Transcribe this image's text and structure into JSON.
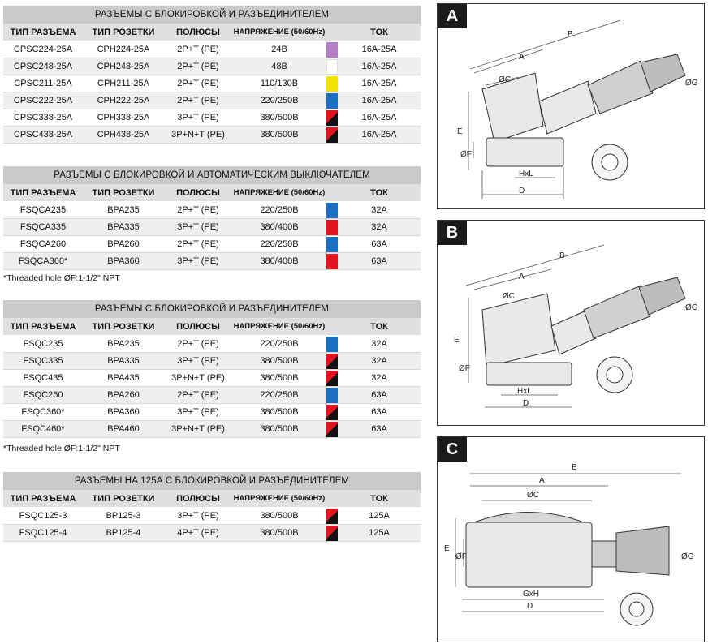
{
  "tables": [
    {
      "title": "РАЗЪЕМЫ С БЛОКИРОВКОЙ И РАЗЪЕДИНИТЕЛЕМ",
      "headers": [
        "ТИП РАЗЪЕМА",
        "ТИП РОЗЕТКИ",
        "ПОЛЮСЫ",
        "НАПРЯЖЕНИЕ (50/60Hz)",
        "ТОК"
      ],
      "rows": [
        {
          "type": "CPSC224-25A",
          "socket": "CPH224-25A",
          "poles": "2P+T (PE)",
          "voltage": "24B",
          "color": "#b27fc6",
          "current": "16A-25A"
        },
        {
          "type": "CPSC248-25A",
          "socket": "CPH248-25A",
          "poles": "2P+T (PE)",
          "voltage": "48B",
          "color": "#ffffff",
          "current": "16A-25A"
        },
        {
          "type": "CPSC211-25A",
          "socket": "CPH211-25A",
          "poles": "2P+T (PE)",
          "voltage": "110/130B",
          "color": "#f4e300",
          "current": "16A-25A"
        },
        {
          "type": "CPSC222-25A",
          "socket": "CPH222-25A",
          "poles": "2P+T (PE)",
          "voltage": "220/250B",
          "color": "#1a6fc2",
          "current": "16A-25A"
        },
        {
          "type": "CPSC338-25A",
          "socket": "CPH338-25A",
          "poles": "3P+T (PE)",
          "voltage": "380/500B",
          "color": "split",
          "current": "16A-25A"
        },
        {
          "type": "CPSC438-25A",
          "socket": "CPH438-25A",
          "poles": "3P+N+T (PE)",
          "voltage": "380/500B",
          "color": "split",
          "current": "16A-25A"
        }
      ]
    },
    {
      "title": "РАЗЪЕМЫ С БЛОКИРОВКОЙ И АВТОМАТИЧЕСКИМ ВЫКЛЮЧАТЕЛЕМ",
      "headers": [
        "ТИП РАЗЪЕМА",
        "ТИП РОЗЕТКИ",
        "ПОЛЮСЫ",
        "НАПРЯЖЕНИЕ (50/60Hz)",
        "ТОК"
      ],
      "rows": [
        {
          "type": "FSQCA235",
          "socket": "BPA235",
          "poles": "2P+T (PE)",
          "voltage": "220/250B",
          "color": "#1a6fc2",
          "current": "32A"
        },
        {
          "type": "FSQCA335",
          "socket": "BPA335",
          "poles": "3P+T (PE)",
          "voltage": "380/400B",
          "color": "#e3141e",
          "current": "32A"
        },
        {
          "type": "FSQCA260",
          "socket": "BPA260",
          "poles": "2P+T (PE)",
          "voltage": "220/250B",
          "color": "#1a6fc2",
          "current": "63A"
        },
        {
          "type": "FSQCA360*",
          "socket": "BPA360",
          "poles": "3P+T (PE)",
          "voltage": "380/400B",
          "color": "#e3141e",
          "current": "63A"
        }
      ],
      "note": "*Threaded hole ØF:1-1/2\" NPT"
    },
    {
      "title": "РАЗЪЕМЫ С БЛОКИРОВКОЙ И РАЗЪЕДИНИТЕЛЕМ",
      "headers": [
        "ТИП РАЗЪЕМА",
        "ТИП РОЗЕТКИ",
        "ПОЛЮСЫ",
        "НАПРЯЖЕНИЕ (50/60Hz)",
        "ТОК"
      ],
      "rows": [
        {
          "type": "FSQC235",
          "socket": "BPA235",
          "poles": "2P+T (PE)",
          "voltage": "220/250B",
          "color": "#1a6fc2",
          "current": "32A"
        },
        {
          "type": "FSQC335",
          "socket": "BPA335",
          "poles": "3P+T (PE)",
          "voltage": "380/500B",
          "color": "split",
          "current": "32A"
        },
        {
          "type": "FSQC435",
          "socket": "BPA435",
          "poles": "3P+N+T (PE)",
          "voltage": "380/500B",
          "color": "split",
          "current": "32A"
        },
        {
          "type": "FSQC260",
          "socket": "BPA260",
          "poles": "2P+T (PE)",
          "voltage": "220/250B",
          "color": "#1a6fc2",
          "current": "63A"
        },
        {
          "type": "FSQC360*",
          "socket": "BPA360",
          "poles": "3P+T (PE)",
          "voltage": "380/500B",
          "color": "split",
          "current": "63A"
        },
        {
          "type": "FSQC460*",
          "socket": "BPA460",
          "poles": "3P+N+T (PE)",
          "voltage": "380/500B",
          "color": "split",
          "current": "63A"
        }
      ],
      "note": "*Threaded hole ØF:1-1/2\" NPT"
    },
    {
      "title": "РАЗЪЕМЫ НА 125А С БЛОКИРОВКОЙ И РАЗЪЕДИНИТЕЛЕМ",
      "headers": [
        "ТИП РАЗЪЕМА",
        "ТИП РОЗЕТКИ",
        "ПОЛЮСЫ",
        "НАПРЯЖЕНИЕ (50/60Hz)",
        "ТОК"
      ],
      "rows": [
        {
          "type": "FSQC125-3",
          "socket": "BP125-3",
          "poles": "3P+T (PE)",
          "voltage": "380/500B",
          "color": "split",
          "current": "125A"
        },
        {
          "type": "FSQC125-4",
          "socket": "BP125-4",
          "poles": "4P+T (PE)",
          "voltage": "380/500B",
          "color": "split",
          "current": "125A"
        }
      ]
    }
  ],
  "diagrams": [
    {
      "label": "A",
      "dims": {
        "a": "A",
        "b": "B",
        "c": "ØC",
        "e": "E",
        "f": "ØF",
        "g": "ØG",
        "hxl": "HxL",
        "d": "D"
      }
    },
    {
      "label": "B",
      "dims": {
        "a": "A",
        "b": "B",
        "c": "ØC",
        "e": "E",
        "f": "ØF",
        "g": "ØG",
        "hxl": "HxL",
        "d": "D"
      }
    },
    {
      "label": "C",
      "dims": {
        "a": "A",
        "b": "B",
        "c": "ØC",
        "e": "E",
        "f": "ØF",
        "g": "ØG",
        "hxl": "GxH",
        "d": "D"
      }
    }
  ]
}
